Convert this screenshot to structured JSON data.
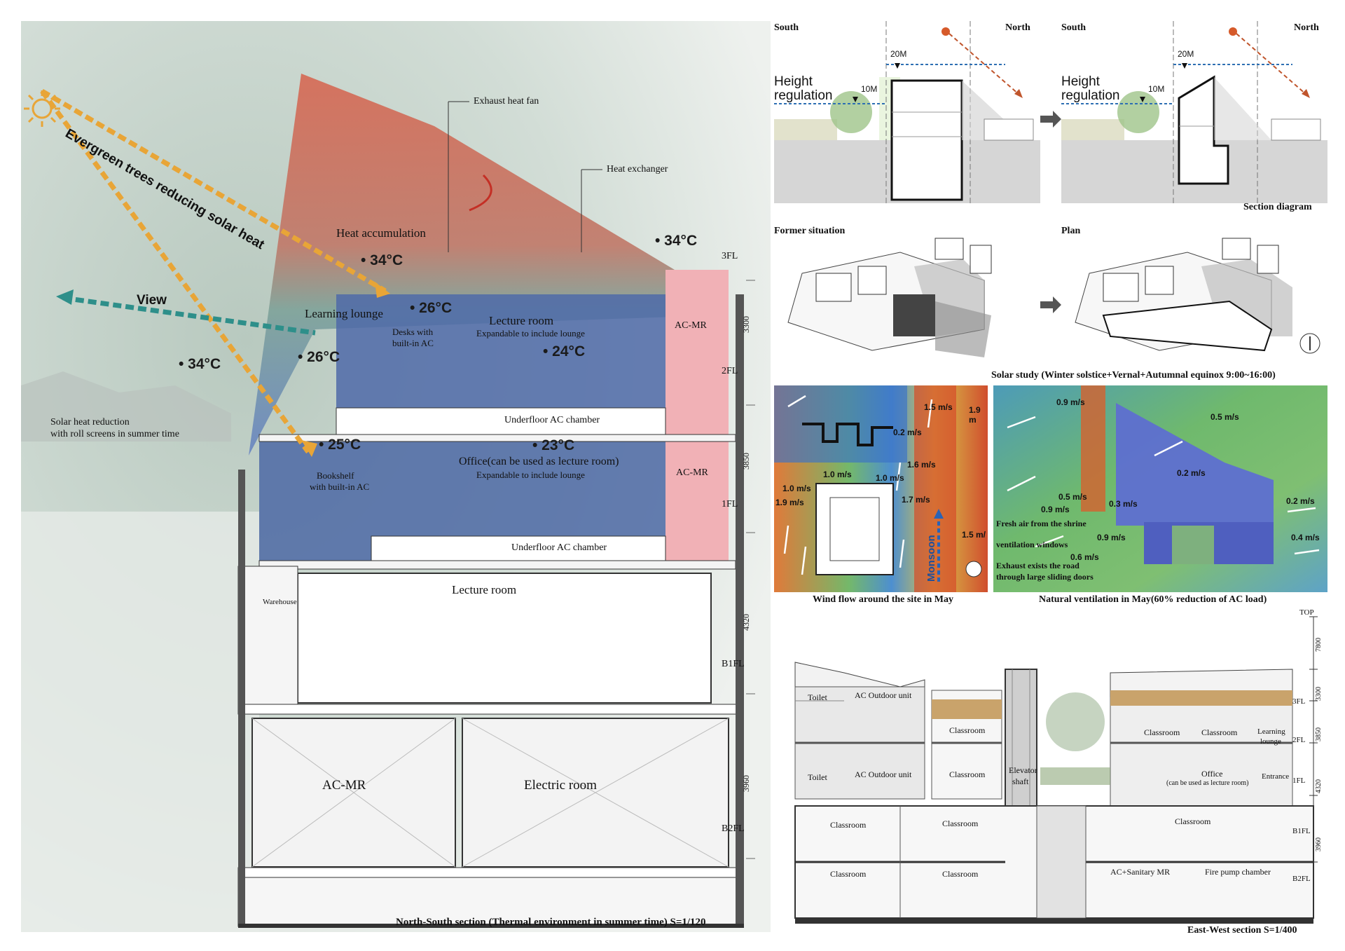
{
  "main_section": {
    "caption": "North-South section (Thermal environment in summer time) S=1/120",
    "labels": {
      "exhaust_fan": "Exhaust heat fan",
      "heat_exchanger": "Heat exchanger",
      "heat_accumulation": "Heat accumulation",
      "evergreen": "Evergreen trees reducing solar heat",
      "view": "View",
      "learning_lounge": "Learning lounge",
      "desks_line1": "Desks with",
      "desks_line2": "built-in AC",
      "lecture_room": "Lecture room",
      "lecture_sub": "Expandable to include lounge",
      "underfloor1": "Underfloor AC chamber",
      "underfloor2": "Underfloor AC chamber",
      "solar_line1": "Solar heat reduction",
      "solar_line2": "with roll screens in summer time",
      "bookshelf_line1": "Bookshelf",
      "bookshelf_line2": "with built-in AC",
      "office": "Office(can be used as lecture room)",
      "office_sub": "Expandable to include lounge",
      "ac_mr_upper": "AC-MR",
      "ac_mr_mid": "AC-MR",
      "warehouse": "Warehouse",
      "lecture_b1": "Lecture room",
      "ac_mr_b2": "AC-MR",
      "electric_room": "Electric room"
    },
    "temps": {
      "outside_top": "• 34°C",
      "lounge_top": "• 34°C",
      "outside_left": "• 34°C",
      "lounge_mid": "• 26°C",
      "lounge_low": "• 26°C",
      "lecture": "• 24°C",
      "bookshelf": "• 25°C",
      "office": "• 23°C"
    },
    "floors": [
      "3FL",
      "2FL",
      "1FL",
      "B1FL",
      "B2FL"
    ],
    "dims": [
      "3300",
      "3850",
      "4320",
      "3960"
    ]
  },
  "section_diagram": {
    "caption": "Section diagram",
    "left": {
      "south": "South",
      "north": "North",
      "height_reg_1": "Height",
      "height_reg_2": "regulation",
      "m20": "20M",
      "m10": "10M"
    },
    "right": {
      "south": "South",
      "north": "North",
      "height_reg_1": "Height",
      "height_reg_2": "regulation",
      "m20": "20M",
      "m10": "10M"
    }
  },
  "solar_study": {
    "caption": "Solar study (Winter solstice+Vernal+Autumnal equinox 9:00~16:00)",
    "former": "Former situation",
    "plan": "Plan"
  },
  "wind_site": {
    "caption": "Wind flow around the site in May",
    "speeds": [
      "1.5 m/s",
      "1.9 m",
      "0.2 m/s",
      "1.6 m/s",
      "1.0 m/s",
      "1.0 m/s",
      "1.0 m/s",
      "1.7 m/s",
      "1.9 m/s",
      "1.5 m/"
    ],
    "monsoon": "Monsoon"
  },
  "natural_vent": {
    "caption": "Natural ventilation in May(60% reduction of AC load)",
    "speeds": [
      "0.9 m/s",
      "0.5 m/s",
      "0.2 m/s",
      "0.5 m/s",
      "0.9 m/s",
      "0.3 m/s",
      "0.2 m/s",
      "0.9 m/s",
      "0.6 m/s",
      "0.4 m/s"
    ],
    "fresh_air_1": "Fresh air from the shrine",
    "fresh_air_2": "ventilation windows",
    "exhaust_1": "Exhaust exists the road",
    "exhaust_2": "through large sliding doors"
  },
  "ew_section": {
    "caption": "East-West section S=1/400",
    "top": "TOP",
    "floors": [
      "3FL",
      "2FL",
      "1FL",
      "B1FL",
      "B2FL"
    ],
    "dims": [
      "7800",
      "3300",
      "3850",
      "4320",
      "3960"
    ],
    "rooms": {
      "toilet1": "Toilet",
      "toilet2": "Toilet",
      "ac_out1": "AC Outdoor unit",
      "ac_out2": "AC Outdoor unit",
      "class_3a": "Classroom",
      "class_2a": "Classroom",
      "elevator_1": "Elevator",
      "elevator_2": "shaft",
      "class_3b": "Classroom",
      "class_3c": "Classroom",
      "learning_1": "Learning",
      "learning_2": "lounge",
      "office": "Office",
      "office_sub": "(can be used as lecture room)",
      "entrance": "Entrance",
      "class_b1a": "Classroom",
      "class_b1b": "Classroom",
      "class_b1c": "Classroom",
      "class_b2a": "Classroom",
      "class_b2b": "Classroom",
      "ac_sanitary": "AC+Sanitary MR",
      "fire_pump": "Fire pump chamber"
    }
  }
}
